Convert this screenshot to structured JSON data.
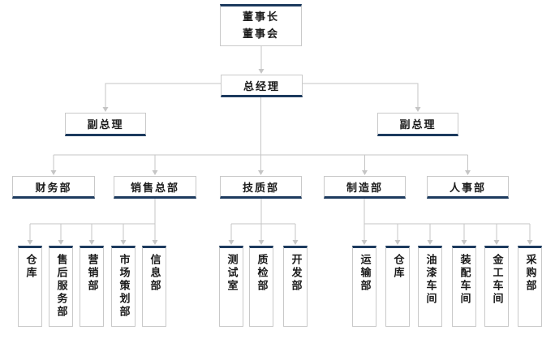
{
  "colors": {
    "accent": "#1C3A5E",
    "line": "#C5C5C5",
    "box_border": "#C9C9C9",
    "text": "#1A1A1A",
    "background": "#FFFFFF"
  },
  "nodes": {
    "chairman": {
      "line1": "董事长",
      "line2": "董事会"
    },
    "general_manager": {
      "label": "总经理"
    },
    "deputy_left": {
      "label": "副总理"
    },
    "deputy_right": {
      "label": "副总理"
    },
    "departments": [
      {
        "label": "财务部"
      },
      {
        "label": "销售总部"
      },
      {
        "label": "技质部"
      },
      {
        "label": "制造部"
      },
      {
        "label": "人事部"
      }
    ],
    "sales_children": [
      {
        "label": "仓库"
      },
      {
        "label": "售后服务部"
      },
      {
        "label": "营销部"
      },
      {
        "label": "市场策划部"
      },
      {
        "label": "信息部"
      }
    ],
    "tech_children": [
      {
        "label": "测试室"
      },
      {
        "label": "质检部"
      },
      {
        "label": "开发部"
      }
    ],
    "manufacturing_children": [
      {
        "label": "运输部"
      },
      {
        "label": "仓库"
      },
      {
        "label": "油漆车间"
      },
      {
        "label": "装配车间"
      },
      {
        "label": "金工车间"
      },
      {
        "label": "采购部"
      }
    ]
  }
}
